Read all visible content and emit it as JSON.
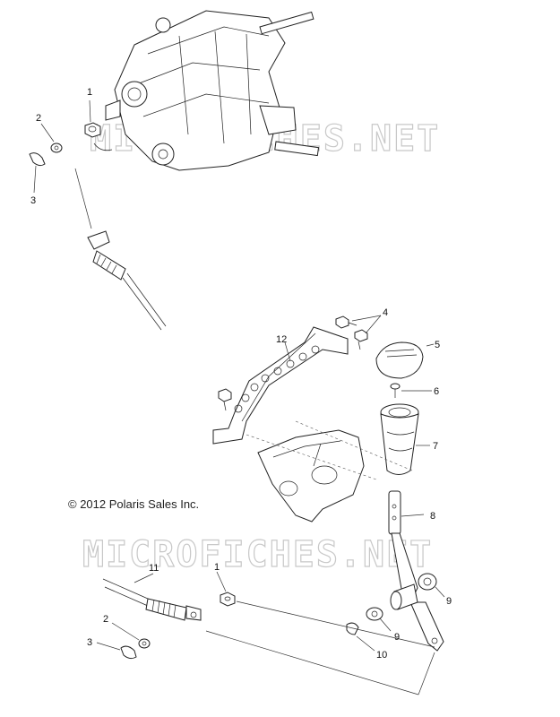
{
  "copyright": "© 2012 Polaris Sales Inc.",
  "watermark_top": "MICROFICHES.NET",
  "watermark_bottom": "MICROFICHES.NET",
  "callouts": {
    "c1a": "1",
    "c2a": "2",
    "c3a": "3",
    "c4": "4",
    "c5": "5",
    "c6": "6",
    "c7": "7",
    "c8": "8",
    "c9a": "9",
    "c9b": "9",
    "c10": "10",
    "c11": "11",
    "c12": "12",
    "c1b": "1",
    "c2b": "2",
    "c3b": "3"
  }
}
